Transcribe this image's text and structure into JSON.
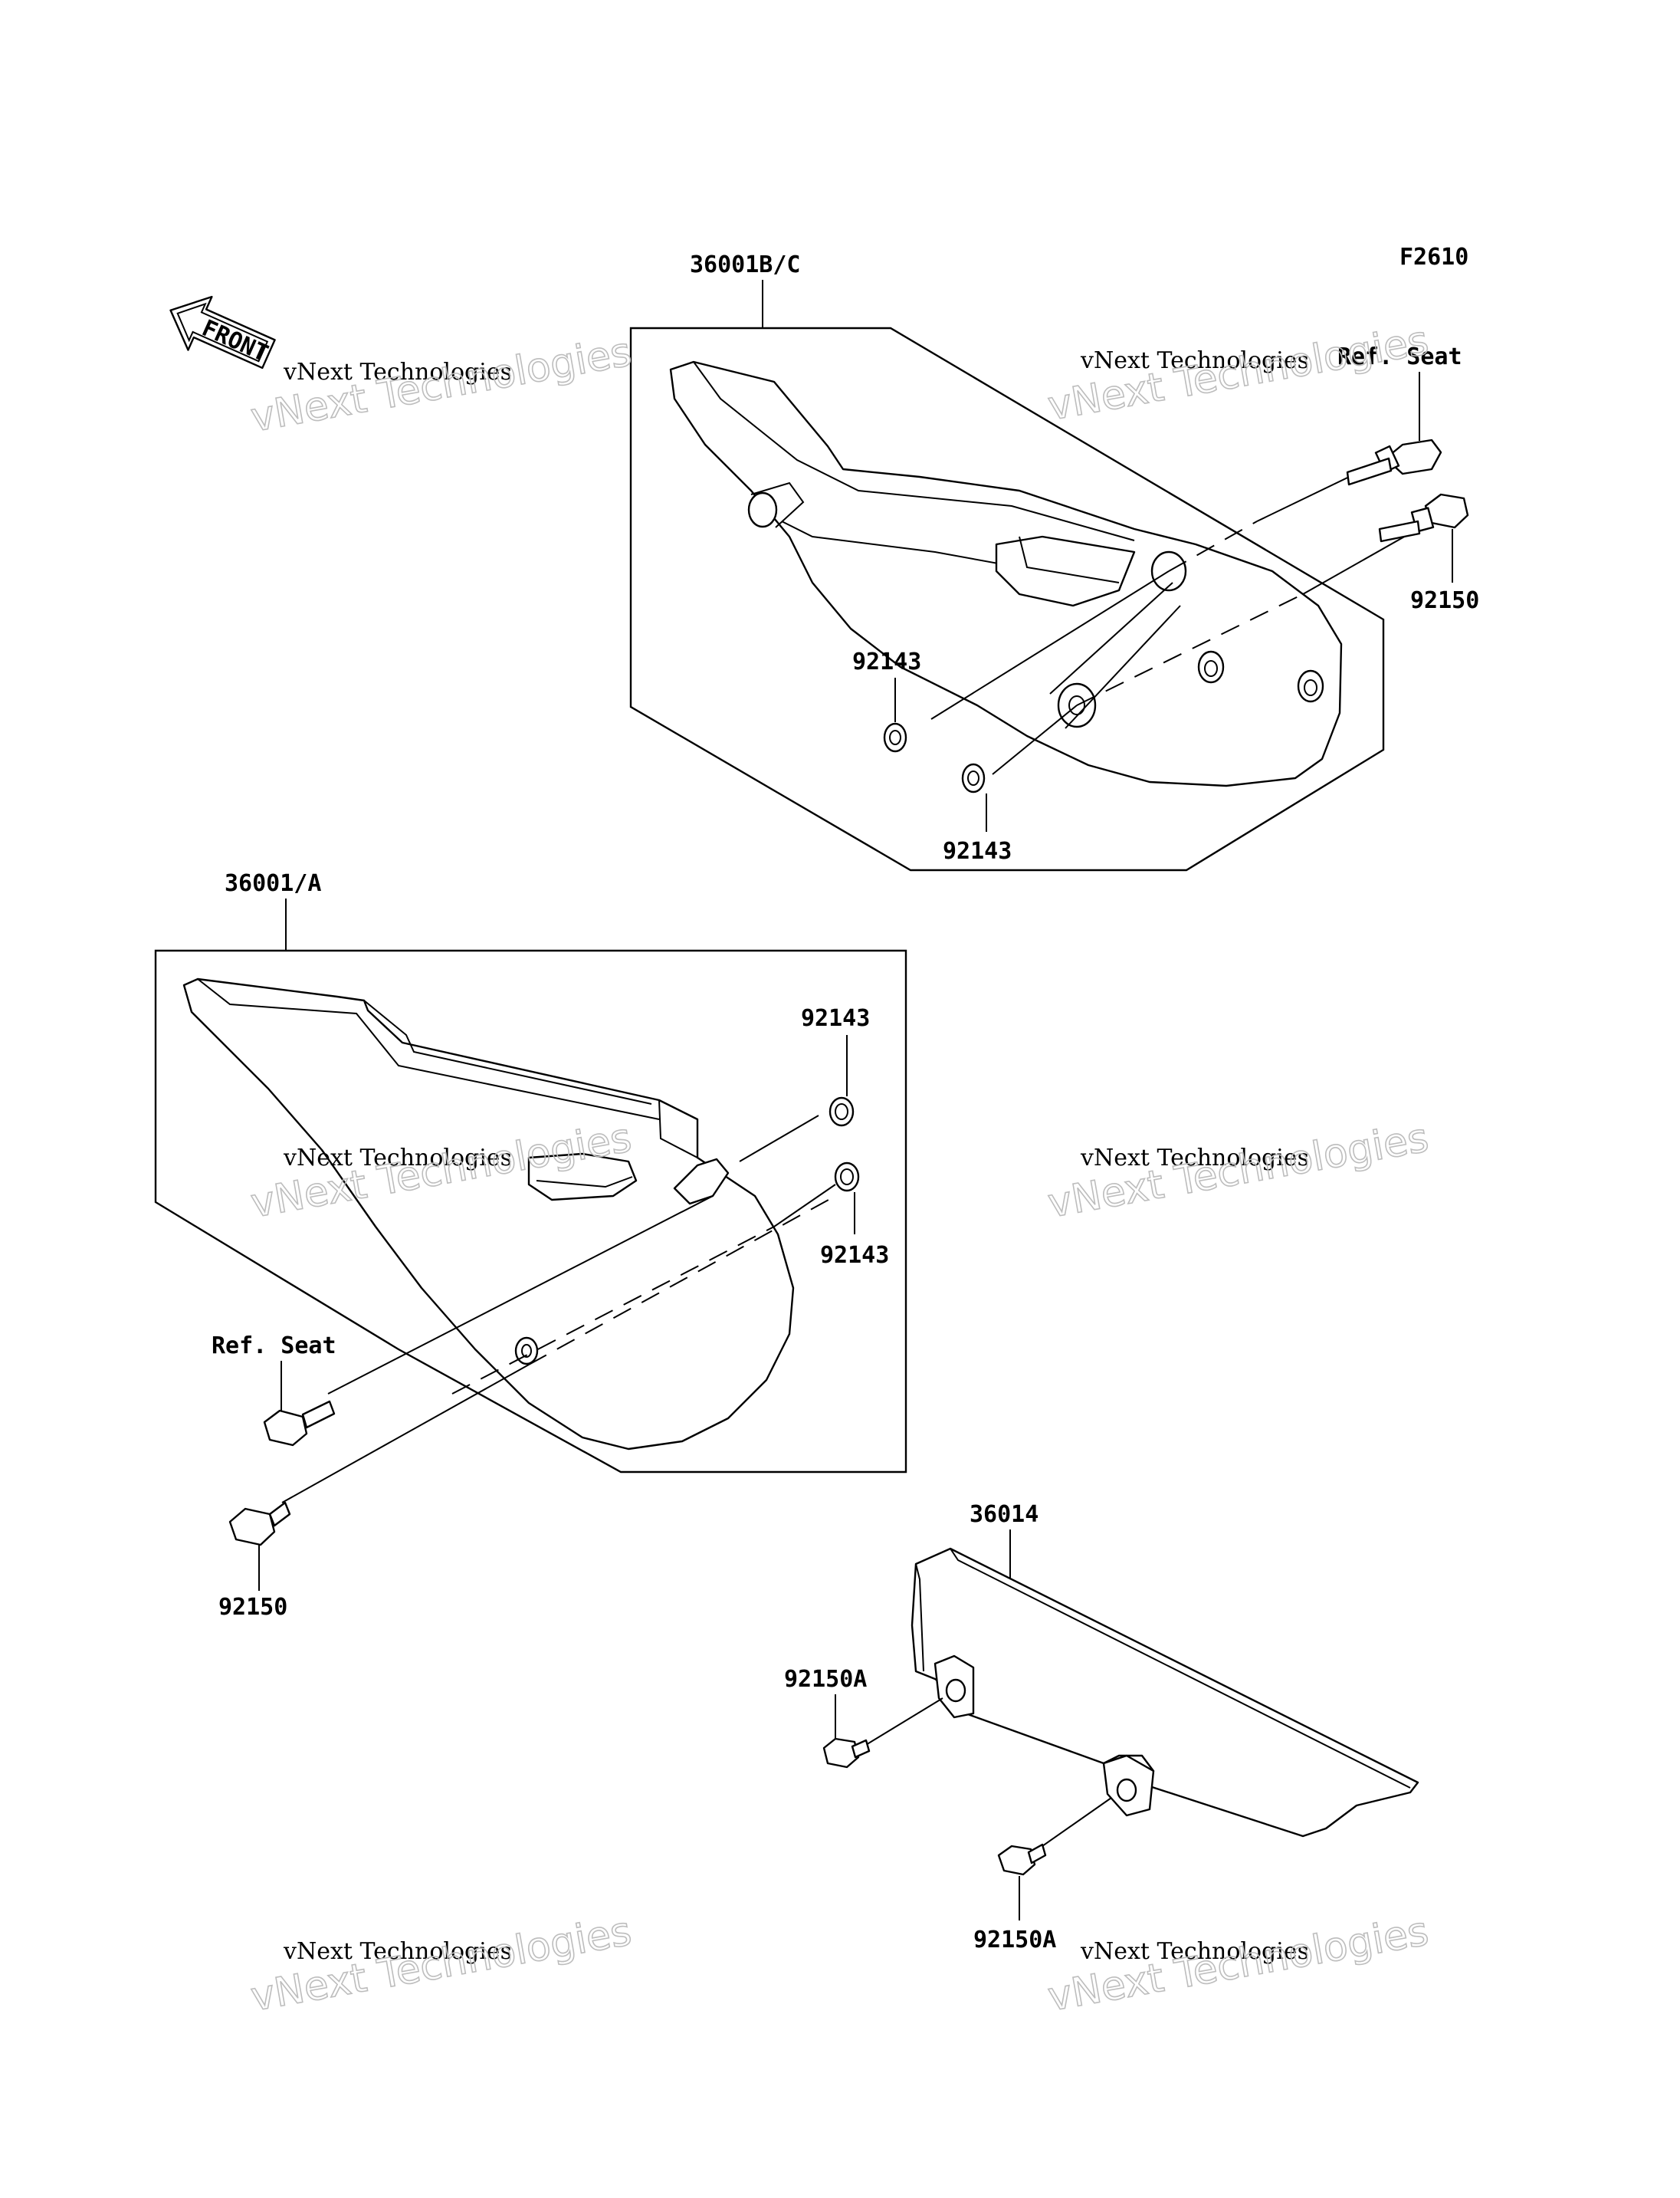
{
  "figure_code": "F2610",
  "front_label": "FRONT",
  "labels": {
    "side_cover_right": "36001B/C",
    "side_cover_left": "36001/A",
    "chain_cover": "36014",
    "ref_seat_top": "Ref. Seat",
    "ref_seat_left": "Ref. Seat",
    "bolt_top": "92150",
    "bolt_left": "92150",
    "washer_top_1": "92143",
    "washer_top_2": "92143",
    "washer_left_1": "92143",
    "washer_left_2": "92143",
    "chain_bolt_1": "92150A",
    "chain_bolt_2": "92150A"
  },
  "watermarks": [
    {
      "line1": "vNext Technologies",
      "line2": "vNext Technologies"
    },
    {
      "line1": "vNext Technologies",
      "line2": "vNext Technologies"
    },
    {
      "line1": "vNext Technologies",
      "line2": "vNext Technologies"
    },
    {
      "line1": "vNext Technologies",
      "line2": "vNext Technologies"
    },
    {
      "line1": "vNext Technologies",
      "line2": "vNext Technologies"
    },
    {
      "line1": "vNext Technologies",
      "line2": "vNext Technologies"
    }
  ]
}
